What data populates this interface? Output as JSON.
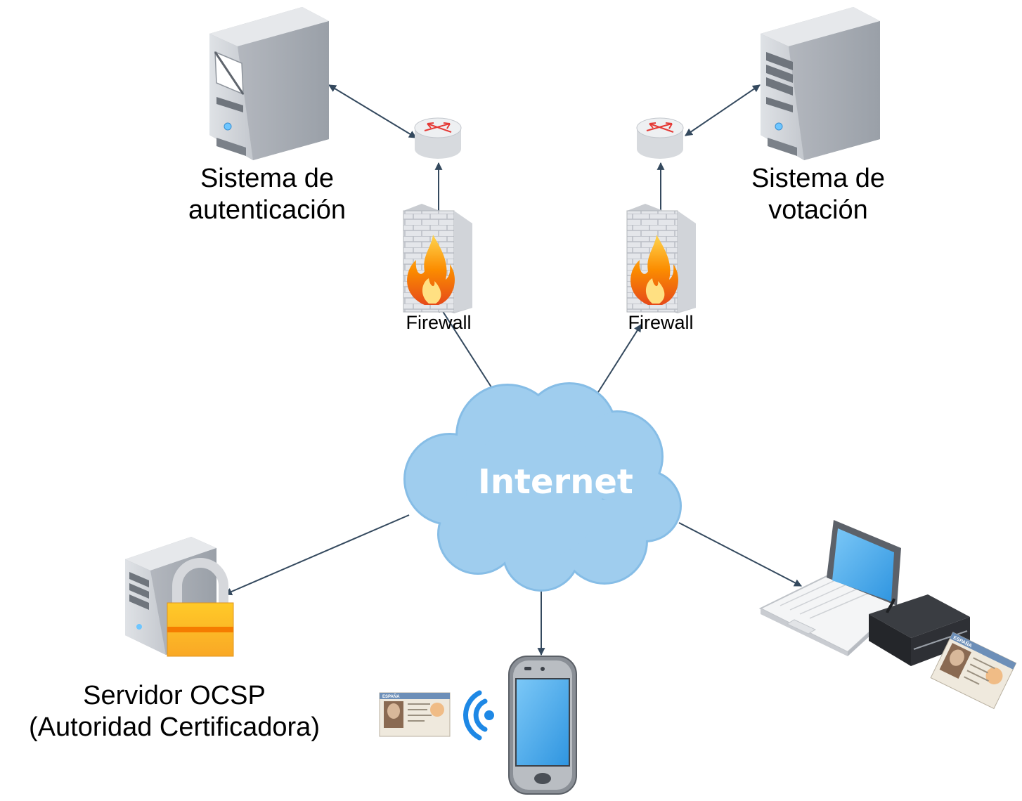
{
  "nodes": {
    "auth_system": {
      "label_line1": "Sistema de",
      "label_line2": "autenticación"
    },
    "voting_system": {
      "label_line1": "Sistema de",
      "label_line2": "votación"
    },
    "firewall_left": {
      "label": "Firewall"
    },
    "firewall_right": {
      "label": "Firewall"
    },
    "internet": {
      "label": "Internet"
    },
    "ocsp_server": {
      "label_line1": "Servidor OCSP",
      "label_line2": "(Autoridad Certificadora)"
    },
    "id_card_small": {
      "header": "ESPAÑA"
    },
    "id_card_large": {
      "header": "ESPAÑA"
    }
  },
  "edges": [
    {
      "from": "auth_system",
      "to": "router_left",
      "direction": "both"
    },
    {
      "from": "firewall_left",
      "to": "router_left",
      "direction": "to"
    },
    {
      "from": "internet",
      "to": "firewall_left",
      "direction": "to"
    },
    {
      "from": "voting_system",
      "to": "router_right",
      "direction": "both"
    },
    {
      "from": "firewall_right",
      "to": "router_right",
      "direction": "to"
    },
    {
      "from": "internet",
      "to": "firewall_right",
      "direction": "to"
    },
    {
      "from": "internet",
      "to": "ocsp_server",
      "direction": "to"
    },
    {
      "from": "internet",
      "to": "smartphone",
      "direction": "to"
    },
    {
      "from": "internet",
      "to": "laptop",
      "direction": "to"
    }
  ],
  "colors": {
    "cloud": "#9fcdee",
    "cloud_edge": "#86bde6",
    "arrow": "#34495e",
    "server_body": "#c9ccd2",
    "router_arrow": "#e53935",
    "flame": "#f57c00",
    "lock": "#f9a825",
    "nfc": "#1e88e5",
    "screen": "#56b2f0"
  }
}
